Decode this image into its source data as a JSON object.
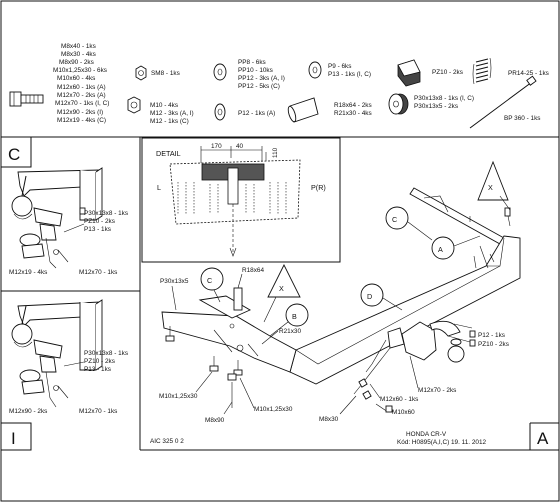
{
  "parts": {
    "bolts": [
      "M8x40 - 1ks",
      "M8x30 - 4ks",
      "M8x90 - 2ks",
      "M10x1,25x30 - 6ks",
      "M10x60 - 4ks",
      "M12x60 - 1ks (A)",
      "M12x70 - 2ks (A)",
      "M12x70 - 1ks (I, C)",
      "M12x90 - 2ks (I)",
      "M12x19 - 4ks (C)"
    ],
    "sm8": "SM8 - 1ks",
    "nuts": [
      "M10 - 4ks",
      "M12 - 3ks (A, I)",
      "M12 - 1ks (C)"
    ],
    "washers_pp": [
      "PP8 - 6ks",
      "PP10 - 10ks",
      "PP12 - 3ks (A, I)",
      "PP12 - 5ks (C)"
    ],
    "p12": "P12 - 1ks (A)",
    "p9": [
      "P9 - 6ks",
      "P13 - 1ks (I, C)"
    ],
    "spacers_r": [
      "R18x64 - 2ks",
      "R21x30 - 4ks"
    ],
    "pz10": "PZ10 - 2ks",
    "p30": [
      "P30x13x8 - 1ks (I, C)",
      "P30x13x5 - 2ks"
    ],
    "pr14": "PR14-25 - 1ks",
    "bp": "BP 360 - 1ks"
  },
  "panel_c": {
    "letter": "C",
    "callout": [
      "P30x13x8 - 1ks",
      "PZ10 - 2ks",
      "P13 - 1ks"
    ],
    "bolt_left": "M12x19 - 4ks",
    "bolt_right": "M12x70 - 1ks"
  },
  "panel_i": {
    "letter": "I",
    "callout": [
      "P30x13x8 - 1ks",
      "PZ10 - 2ks",
      "P13 - 1ks"
    ],
    "bolt_left": "M12x90 - 2ks",
    "bolt_right": "M12x70 - 1ks"
  },
  "detail": {
    "title": "DETAIL",
    "dim_170": "170",
    "dim_40": "40",
    "dim_110": "110",
    "left": "L",
    "right": "P(R)"
  },
  "main": {
    "balloons": [
      "X",
      "C",
      "A",
      "X",
      "C",
      "B",
      "D"
    ],
    "labels": {
      "p30x13x5": "P30x13x5",
      "r18x64": "R18x64",
      "r21x30": "R21x30",
      "m10x1_left": "M10x1,25x30",
      "m10x1_right": "M10x1,25x30",
      "m8x90": "M8x90",
      "m8x30": "M8x30",
      "m10x60": "M10x60",
      "m12x60": "M12x60 - 1ks",
      "m12x70": "M12x70 - 2ks",
      "p12": "P12 - 1ks",
      "pz10": "PZ10 - 2ks"
    },
    "letter_a": "A"
  },
  "footer": {
    "code": "AIC 325 0 2",
    "model": "HONDA CR-V",
    "kod": "Kód: H0895(A,I,C)  19. 11. 2012"
  }
}
